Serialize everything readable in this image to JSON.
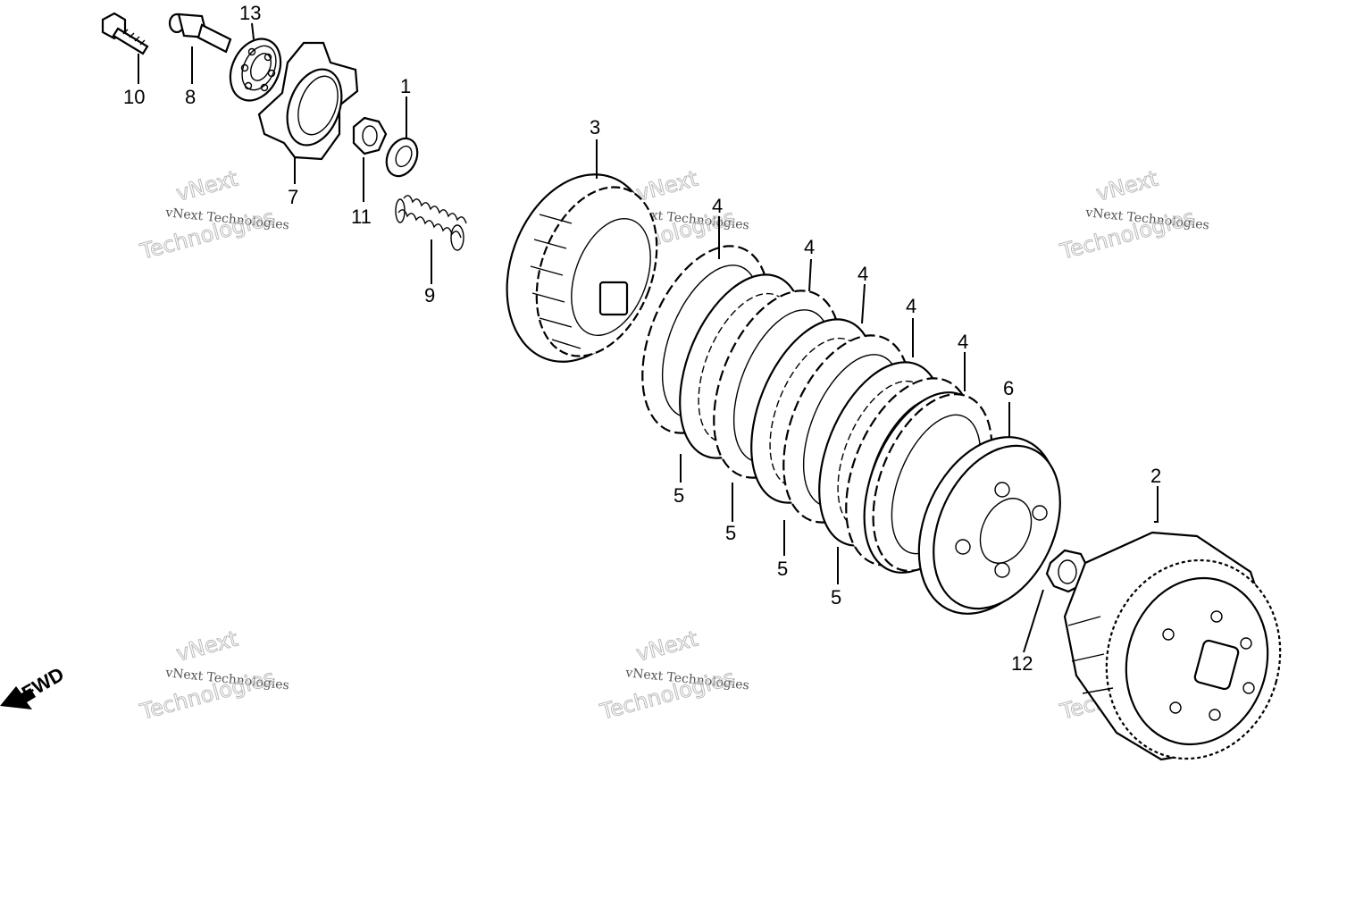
{
  "diagram": {
    "callouts": {
      "c1": "1",
      "c2": "2",
      "c3": "3",
      "c4a": "4",
      "c4b": "4",
      "c4c": "4",
      "c4d": "4",
      "c4e": "4",
      "c5a": "5",
      "c5b": "5",
      "c5c": "5",
      "c5d": "5",
      "c6": "6",
      "c7": "7",
      "c8": "8",
      "c9": "9",
      "c10": "10",
      "c11": "11",
      "c12": "12",
      "c13": "13"
    },
    "fwd_label": "FWD",
    "watermark": {
      "line1": "vNext",
      "small": "vNext Technologies",
      "big": "Technologies"
    }
  }
}
